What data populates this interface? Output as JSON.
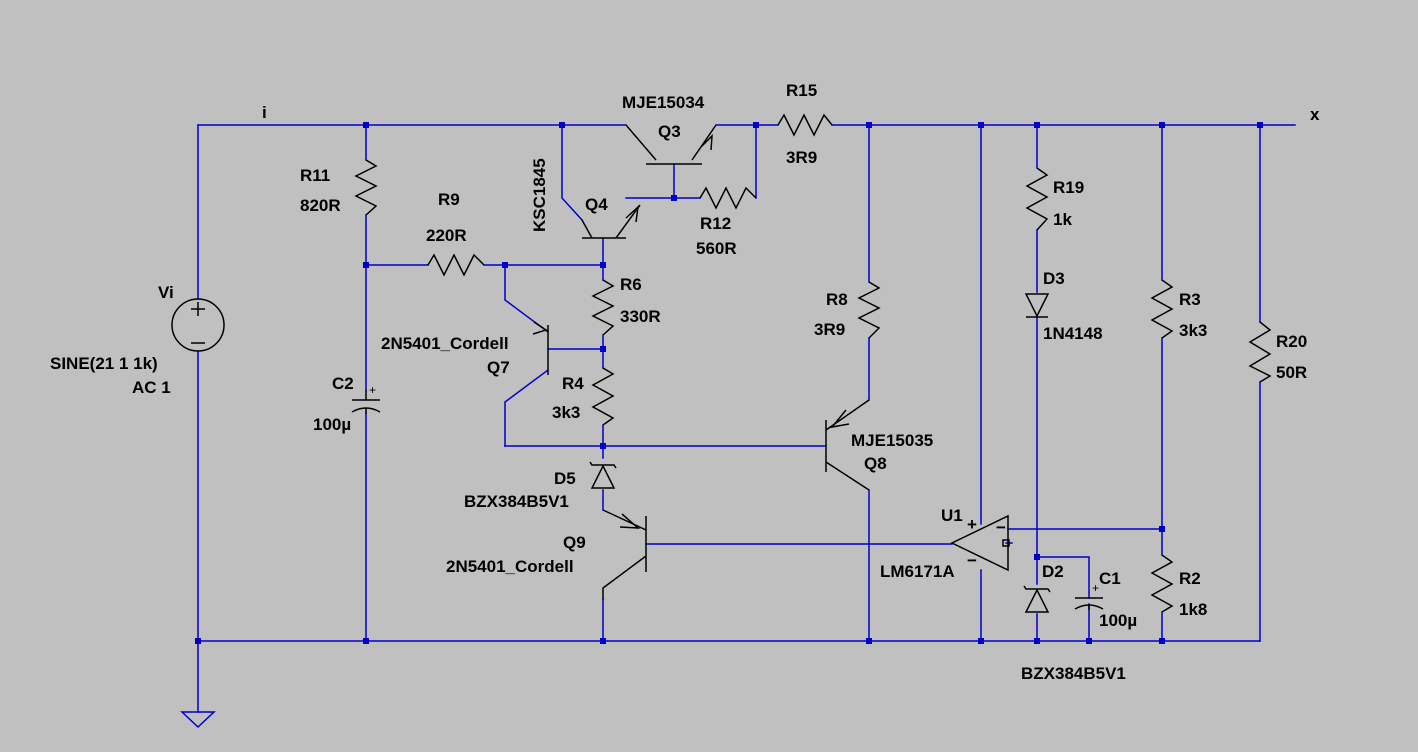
{
  "net_labels": {
    "input": "i",
    "output": "x"
  },
  "source": {
    "name": "Vi",
    "value": "SINE(21 1 1k)",
    "ac": "AC 1"
  },
  "resistors": {
    "R11": {
      "name": "R11",
      "value": "820R"
    },
    "R9": {
      "name": "R9",
      "value": "220R"
    },
    "R6": {
      "name": "R6",
      "value": "330R"
    },
    "R4": {
      "name": "R4",
      "value": "3k3"
    },
    "R15": {
      "name": "R15",
      "value": "3R9"
    },
    "R12": {
      "name": "R12",
      "value": "560R"
    },
    "R8": {
      "name": "R8",
      "value": "3R9"
    },
    "R19": {
      "name": "R19",
      "value": "1k"
    },
    "R3": {
      "name": "R3",
      "value": "3k3"
    },
    "R2": {
      "name": "R2",
      "value": "1k8"
    },
    "R20": {
      "name": "R20",
      "value": "50R"
    }
  },
  "capacitors": {
    "C2": {
      "name": "C2",
      "value": "100µ"
    },
    "C1": {
      "name": "C1",
      "value": "100µ"
    }
  },
  "transistors": {
    "Q3": {
      "name": "Q3",
      "model": "MJE15034"
    },
    "Q4": {
      "name": "Q4",
      "model": "KSC1845"
    },
    "Q7": {
      "name": "Q7",
      "model": "2N5401_Cordell"
    },
    "Q8": {
      "name": "Q8",
      "model": "MJE15035"
    },
    "Q9": {
      "name": "Q9",
      "model": "2N5401_Cordell"
    }
  },
  "diodes": {
    "D3": {
      "name": "D3",
      "model": "1N4148"
    },
    "D5": {
      "name": "D5",
      "model": "BZX384B5V1"
    },
    "D2": {
      "name": "D2",
      "model": "BZX384B5V1"
    }
  },
  "opamp": {
    "name": "U1",
    "model": "LM6171A",
    "plus": "+",
    "minus": "−"
  },
  "colors": {
    "background": "#c0c0c0",
    "wire": "#0000cc",
    "component": "#000000",
    "text": "#000000"
  }
}
